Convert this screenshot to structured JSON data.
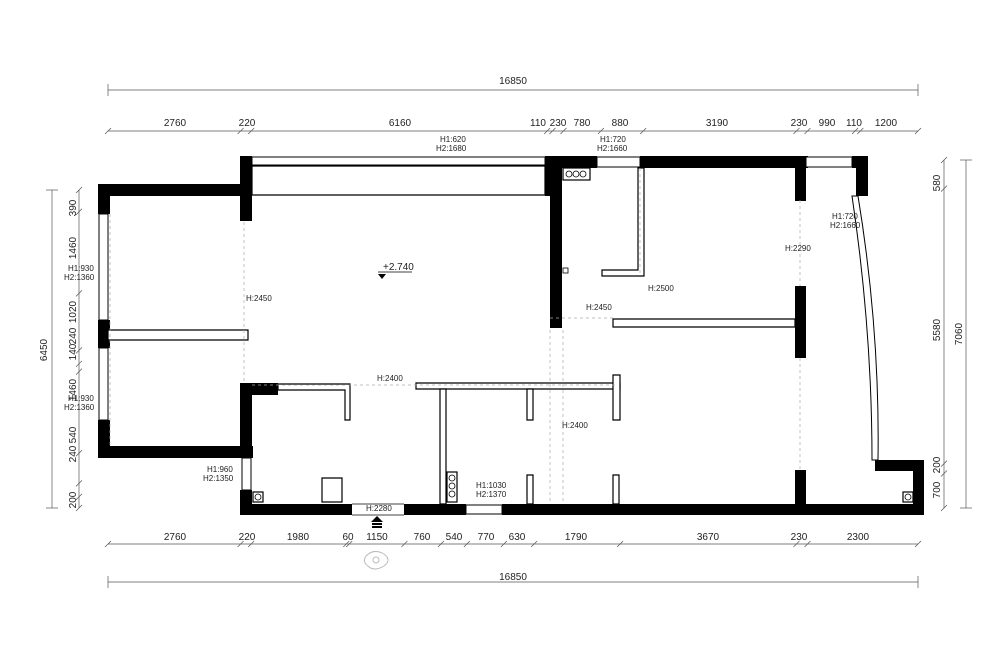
{
  "colors": {
    "wall": "#000000",
    "line": "#555555",
    "background": "#ffffff"
  },
  "dims": {
    "top_total": "16850",
    "top": [
      "2760",
      "220",
      "6160",
      "110",
      "230",
      "780",
      "880",
      "3190",
      "230",
      "990",
      "110",
      "1200"
    ],
    "bottom": [
      "2760",
      "220",
      "1980",
      "60",
      "1150",
      "760",
      "540",
      "770",
      "630",
      "1790",
      "3670",
      "230",
      "2300"
    ],
    "bottom_total": "16850",
    "left_total": "6450",
    "left": [
      "390",
      "1460",
      "1020",
      "240",
      "140",
      "1460",
      "540",
      "240",
      "200"
    ],
    "right_inner": [
      "580",
      "5580",
      "200",
      "700"
    ],
    "right_total": "7060"
  },
  "notes": {
    "win_top_h1": "H1:620",
    "win_top_h2": "H2:1680",
    "win_top2_h1": "H1:720",
    "win_top2_h2": "H2:1660",
    "win_right_h1": "H1:720",
    "win_right_h2": "H2:1660",
    "win_left1_h1": "H1:930",
    "win_left1_h2": "H2:1360",
    "win_left2_h1": "H1:930",
    "win_left2_h2": "H2:1360",
    "win_bl_h1": "H1:960",
    "win_bl_h2": "H2:1350",
    "win_bottom_h1": "H1:1030",
    "win_bottom_h2": "H2:1370",
    "beam_2450_left": "H:2450",
    "beam_2450_mid": "H:2450",
    "beam_2500": "H:2500",
    "beam_2290": "H:2290",
    "beam_2400_top": "H:2400",
    "beam_2400_right": "H:2400",
    "door_2280": "H:2280",
    "elevation": "+2.740"
  },
  "icons": [
    "entrance-arrow-icon",
    "compass-icon",
    "elevation-marker-icon"
  ]
}
